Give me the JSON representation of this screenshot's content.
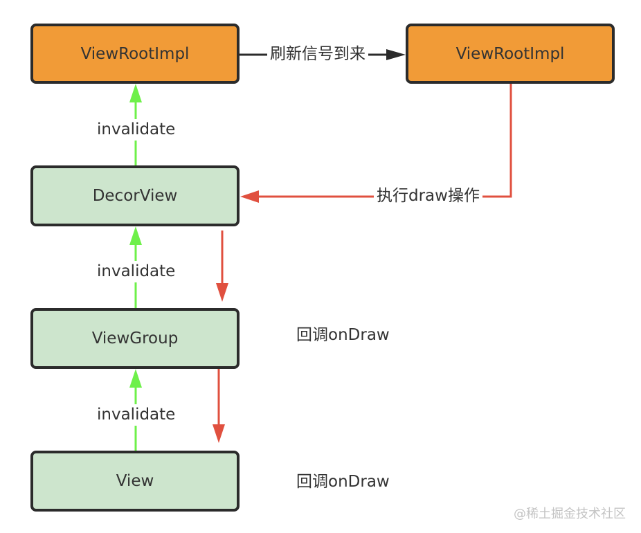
{
  "diagram": {
    "nodes": {
      "root_left": {
        "label": "ViewRootImpl",
        "fill": "#f19b37"
      },
      "root_right": {
        "label": "ViewRootImpl",
        "fill": "#f19b37"
      },
      "decor_view": {
        "label": "DecorView",
        "fill": "#cde5cd"
      },
      "view_group": {
        "label": "ViewGroup",
        "fill": "#cde5cd"
      },
      "view": {
        "label": "View",
        "fill": "#cde5cd"
      }
    },
    "edges": {
      "refresh_signal": {
        "from": "root_left",
        "to": "root_right",
        "label": "刷新信号到来",
        "color": "#2b2b2b"
      },
      "perform_draw": {
        "from": "root_right",
        "to": "decor_view",
        "label": "执行draw操作",
        "color": "#e0503f"
      },
      "invalidate_1": {
        "from": "decor_view",
        "to": "root_left",
        "label": "invalidate",
        "color": "#6ef04a"
      },
      "invalidate_2": {
        "from": "view_group",
        "to": "decor_view",
        "label": "invalidate",
        "color": "#6ef04a"
      },
      "invalidate_3": {
        "from": "view",
        "to": "view_group",
        "label": "invalidate",
        "color": "#6ef04a"
      },
      "draw_down_1": {
        "from": "decor_view",
        "to": "view_group",
        "color": "#e0503f"
      },
      "draw_down_2": {
        "from": "view_group",
        "to": "view",
        "color": "#e0503f"
      }
    },
    "captions": {
      "callback_viewgroup": "回调onDraw",
      "callback_view": "回调onDraw"
    }
  },
  "watermark": "@稀土掘金技术社区"
}
